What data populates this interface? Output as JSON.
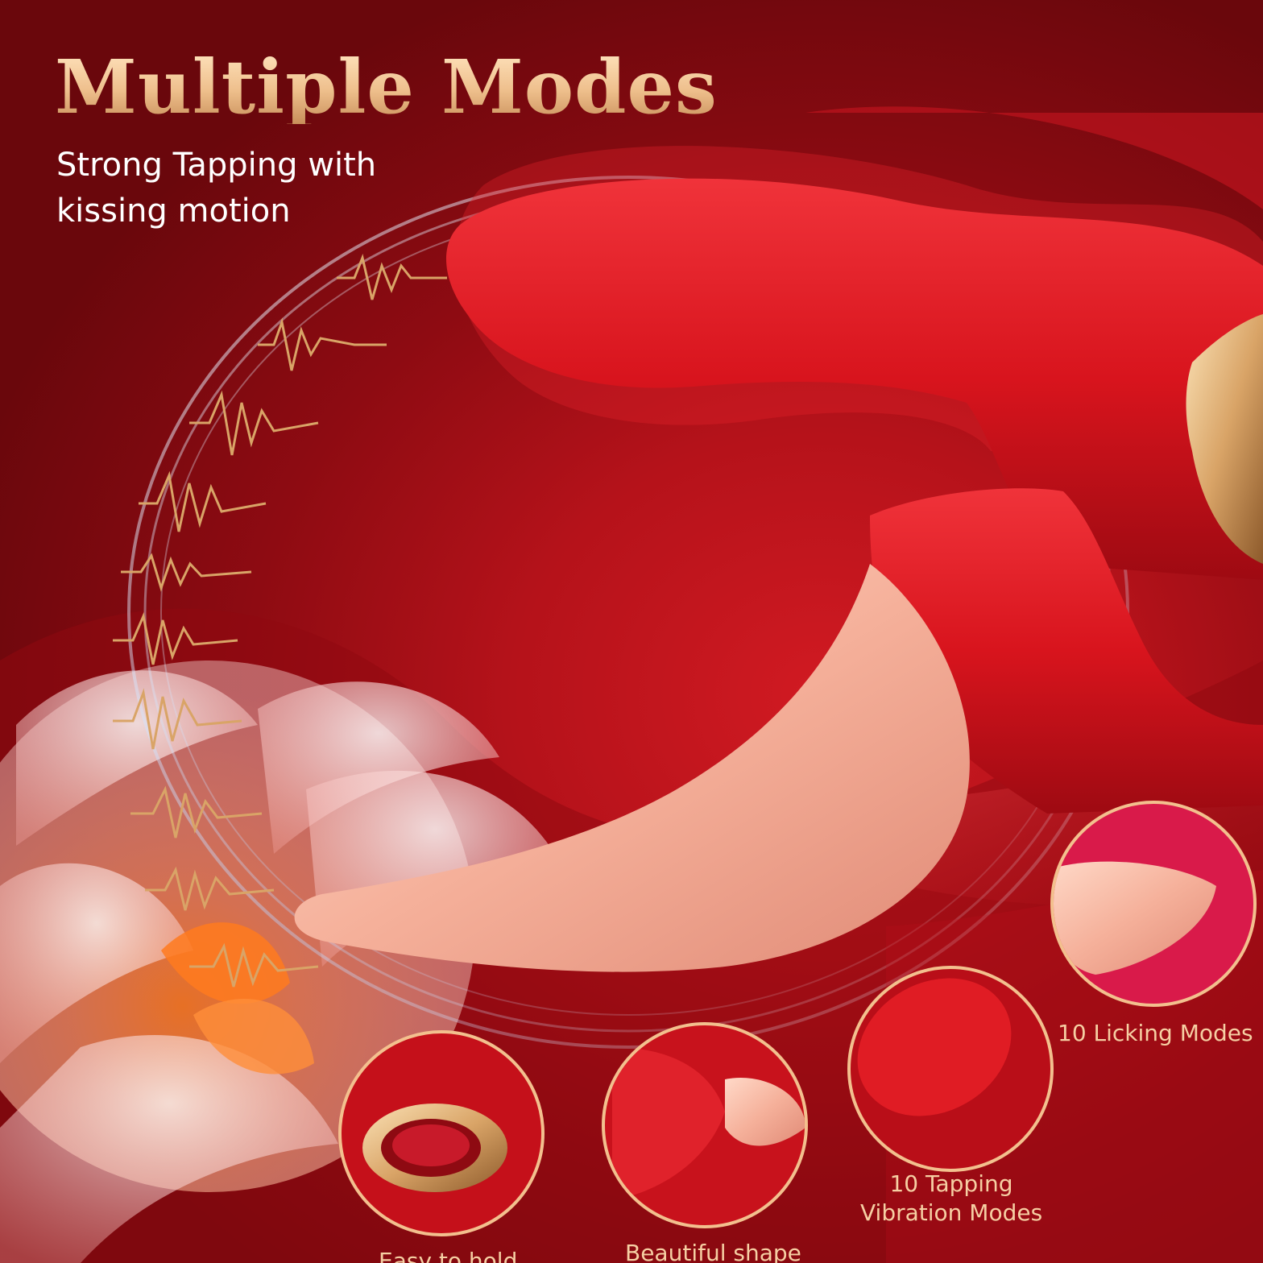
{
  "headline": "Multiple Modes",
  "subtitle_lines": [
    "Strong Tapping with",
    "kissing motion"
  ],
  "features": [
    {
      "label": "10 Licking Modes",
      "icon": "tongue-closeup"
    },
    {
      "label_lines": [
        "10 Tapping",
        "Vibration Modes"
      ],
      "icon": "tapping-head-closeup"
    },
    {
      "label": "Beautiful shape",
      "icon": "petal-shape-closeup"
    },
    {
      "label": "Easy to hold",
      "icon": "gold-button-closeup"
    }
  ],
  "colors": {
    "background": "#b5121a",
    "headline_gold": "#eebf8c",
    "subtitle": "#ffffff",
    "caption": "#f6cfa3",
    "product_red": "#d8141d",
    "tongue_pink": "#f5b09a",
    "ring_gold": "#d9a467"
  },
  "waveform_count": 10
}
